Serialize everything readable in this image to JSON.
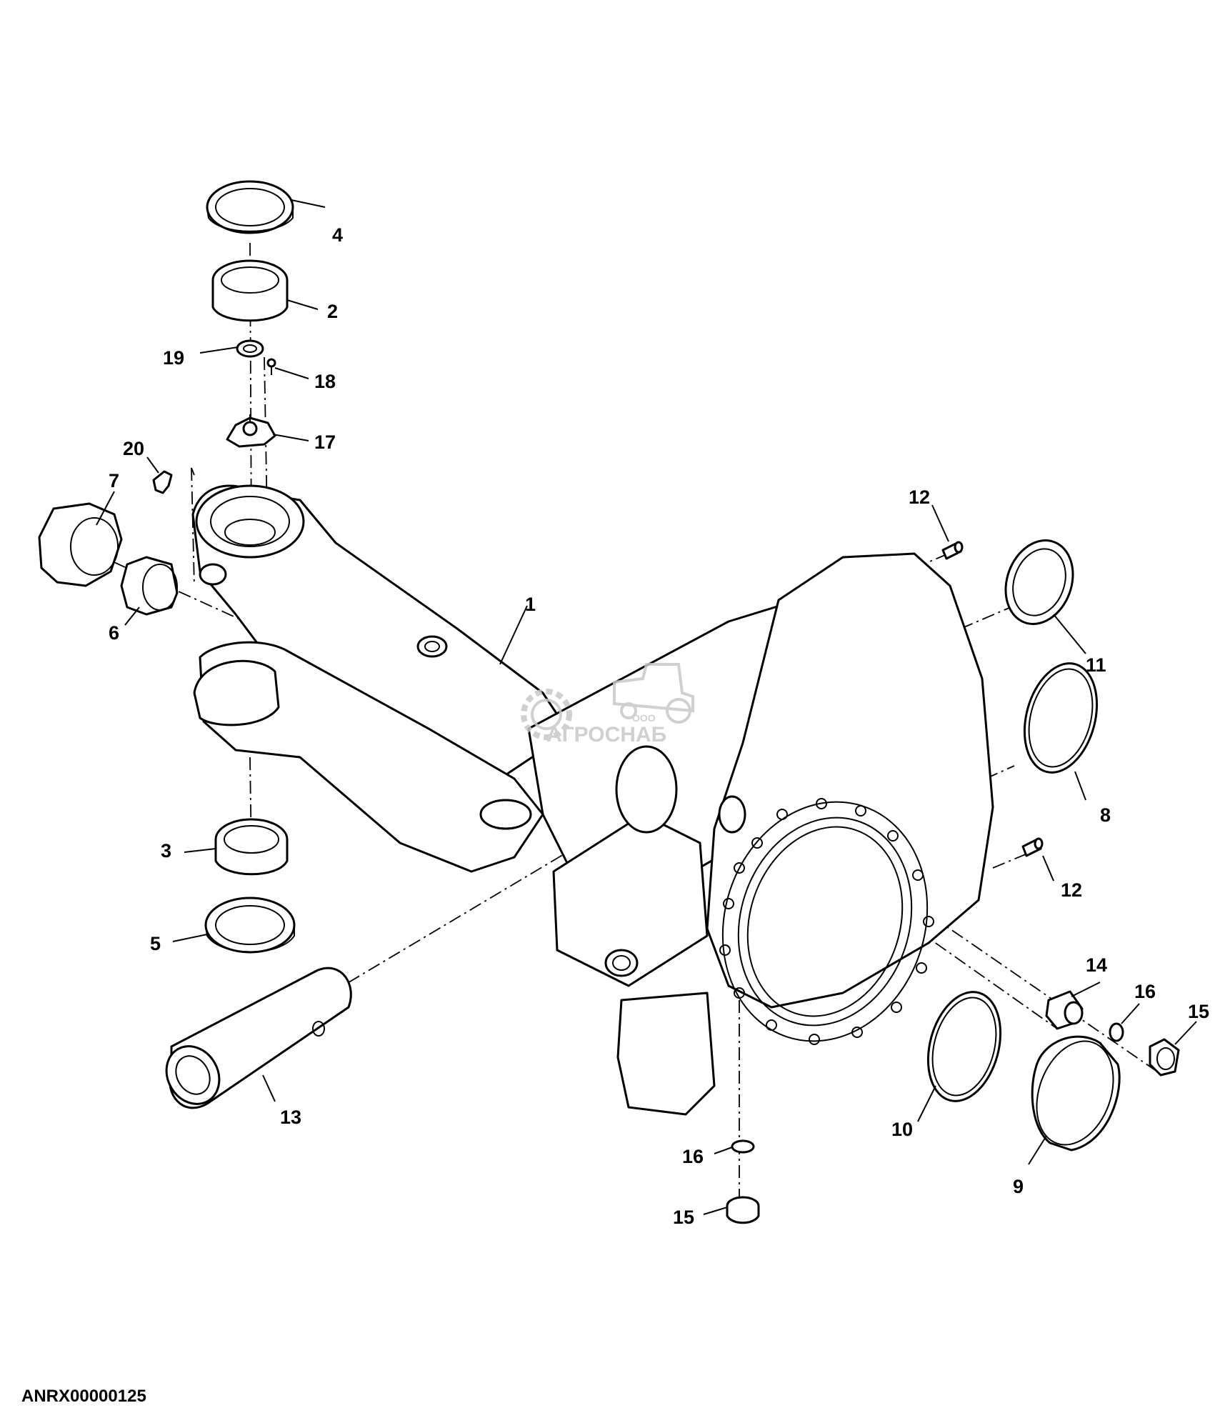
{
  "figure_id": "ANRX00000125",
  "watermark": {
    "small": "ООО",
    "brand": "АГРОСНАБ"
  },
  "callouts": {
    "c1": "1",
    "c2": "2",
    "c3": "3",
    "c4": "4",
    "c5": "5",
    "c6": "6",
    "c7": "7",
    "c8": "8",
    "c9": "9",
    "c10": "10",
    "c11": "11",
    "c12a": "12",
    "c12b": "12",
    "c13": "13",
    "c14": "14",
    "c15a": "15",
    "c15b": "15",
    "c16a": "16",
    "c16b": "16",
    "c17": "17",
    "c18": "18",
    "c19": "19",
    "c20": "20"
  },
  "colors": {
    "line": "#000000",
    "background": "#ffffff",
    "watermark": "#c8c8c8"
  }
}
